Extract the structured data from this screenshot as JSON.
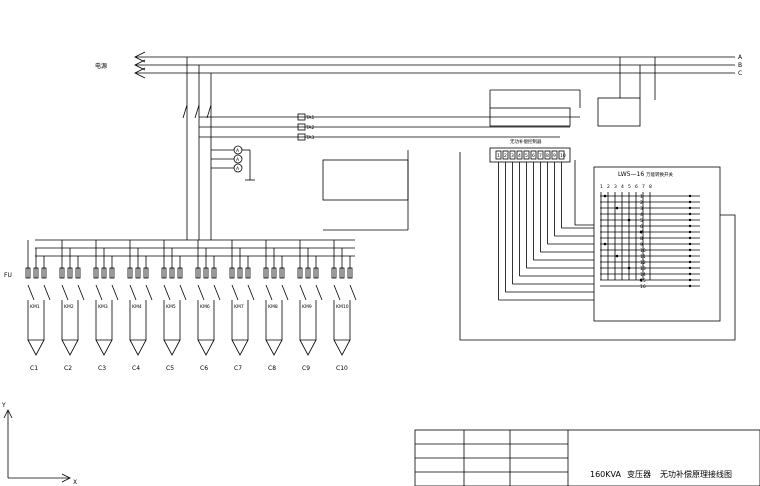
{
  "bus_labels": [
    "A",
    "B",
    "C"
  ],
  "left_label": "电源",
  "title_block": {
    "capacity": "160KVA",
    "transformer": "变压器",
    "drawing_name": "无功补偿原理接线图"
  },
  "meters": [
    "A",
    "A",
    "A"
  ],
  "ct_labels": [
    "TA1",
    "TA2",
    "TA3"
  ],
  "controller_label": "无功补偿控制器",
  "controller_terminals": [
    "1",
    "2",
    "3",
    "4",
    "5",
    "6",
    "7",
    "8",
    "9",
    "10"
  ],
  "lw5_label": "LW5—16",
  "lw5_sub": "万能转换开关",
  "fuse_label": "FU",
  "capacitor_labels": [
    "C1",
    "C2",
    "C3",
    "C4",
    "C5",
    "C6",
    "C7",
    "C8",
    "C9",
    "C10"
  ],
  "contactor_labels": [
    "KM1",
    "KM2",
    "KM3",
    "KM4",
    "KM5",
    "KM6",
    "KM7",
    "KM8",
    "KM9",
    "KM10"
  ],
  "lw5_cols": [
    "1",
    "2",
    "3",
    "4",
    "5",
    "6",
    "7",
    "8"
  ],
  "lw5_rows": [
    "1",
    "2",
    "3",
    "4",
    "5",
    "6",
    "7",
    "8",
    "9",
    "10",
    "11",
    "12",
    "13",
    "14",
    "15",
    "16"
  ],
  "axis_labels": {
    "x": "X",
    "y": "Y"
  }
}
